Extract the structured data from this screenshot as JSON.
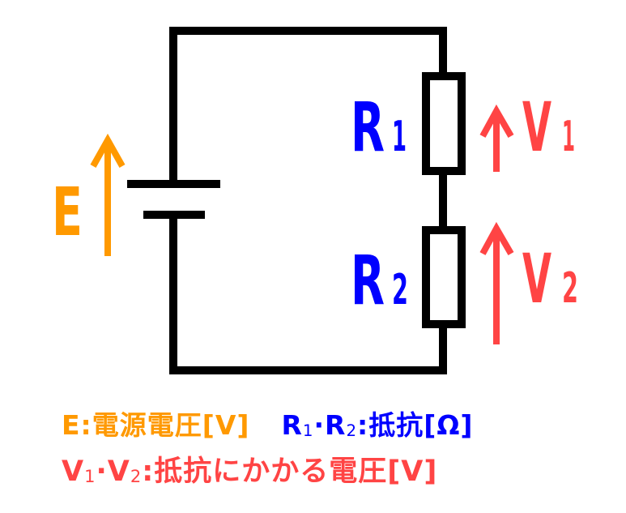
{
  "colors": {
    "wire": "#000000",
    "source": "#FF9900",
    "resistor_label": "#0000FF",
    "voltage_drop": "#FF4444"
  },
  "diagram": {
    "type": "series-circuit",
    "source": {
      "label": "E"
    },
    "resistors": [
      {
        "label": "R",
        "sub": "1",
        "voltage_label": "V",
        "voltage_sub": "1"
      },
      {
        "label": "R",
        "sub": "2",
        "voltage_label": "V",
        "voltage_sub": "2"
      }
    ]
  },
  "legend": {
    "source": {
      "symbol": "E",
      "sep": ":",
      "desc": "電源電圧[V]"
    },
    "resistors": {
      "a": "R",
      "a_sub": "1",
      "dot": "·",
      "b": "R",
      "b_sub": "2",
      "sep": ":",
      "desc": "抵抗[Ω]"
    },
    "voltages": {
      "a": "V",
      "a_sub": "1",
      "dot": "·",
      "b": "V",
      "b_sub": "2",
      "sep": ":",
      "desc": "抵抗にかかる電圧[V]"
    }
  }
}
